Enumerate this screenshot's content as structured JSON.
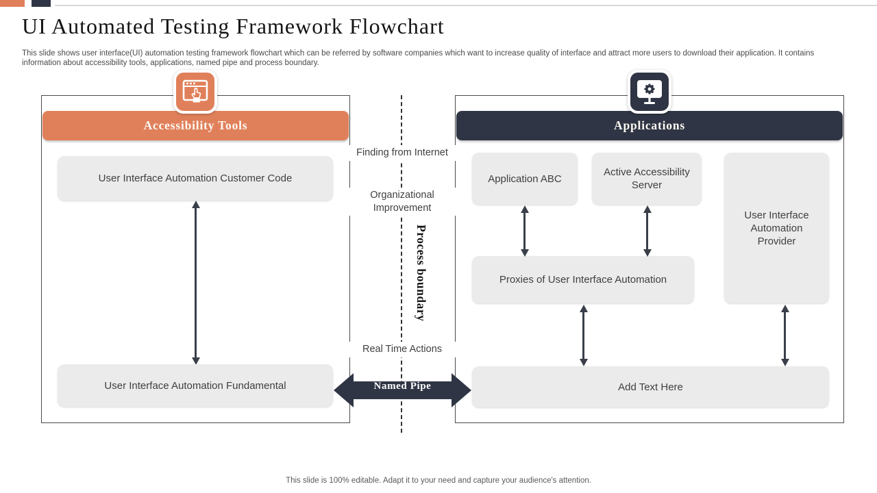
{
  "slide": {
    "title": "UI Automated Testing Framework Flowchart",
    "subtitle": "This slide shows user interface(UI) automation testing framework flowchart which can be referred by software companies which want to increase quality of interface and attract more users to download their application.  It contains information about accessibility tools, applications, named pipe and process boundary.",
    "footer": "This slide is 100% editable. Adapt it to your need and capture your audience's attention."
  },
  "left_panel": {
    "header": "Accessibility Tools",
    "icon": "browser-click-icon",
    "boxes": [
      "User Interface Automation Customer Code",
      "User Interface Automation Fundamental"
    ]
  },
  "right_panel": {
    "header": "Applications",
    "icon": "monitor-gear-icon",
    "boxes": {
      "application_abc": "Application ABC",
      "active_accessibility_server": "Active Accessibility Server",
      "ui_automation_provider": "User Interface Automation Provider",
      "proxies": "Proxies of User Interface Automation",
      "add_text_here": "Add Text Here"
    }
  },
  "middle": {
    "labels": {
      "finding": "Finding from Internet",
      "organizational": "Organizational Improvement",
      "real_time": "Real Time Actions"
    },
    "process_boundary": "Process boundary",
    "named_pipe": "Named Pipe"
  },
  "colors": {
    "accent_orange": "#E0805A",
    "dark_navy": "#2F3544",
    "box_gray": "#EBEBEB"
  }
}
